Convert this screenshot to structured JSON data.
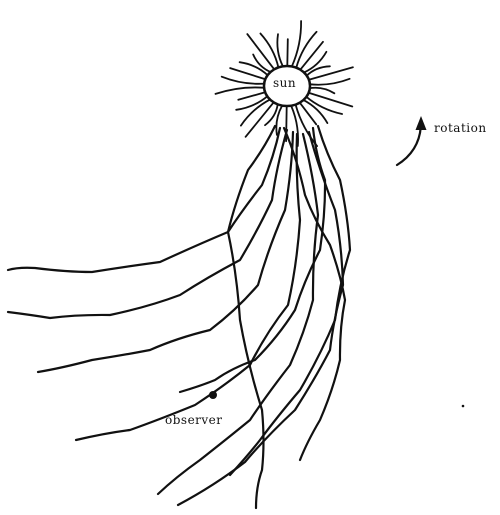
{
  "figure": {
    "labels": {
      "sun": "sun",
      "rotation": "rotation",
      "observer": "observer"
    },
    "colors": {
      "ink": "#111111",
      "background": "#ffffff"
    }
  }
}
